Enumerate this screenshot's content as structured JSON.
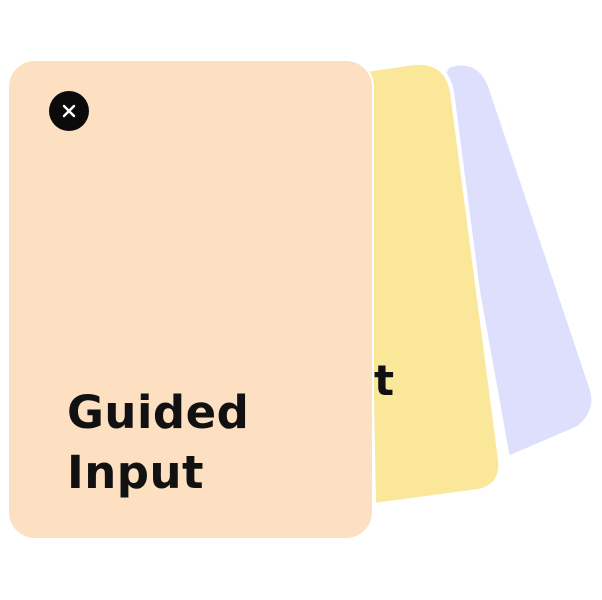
{
  "cards": {
    "front": {
      "title_line1": "Guided",
      "title_line2": "Input",
      "color": "#FDE0C2",
      "close_icon": "close-icon"
    },
    "middle": {
      "color": "#FBE79A",
      "peek_text": "t:"
    },
    "back": {
      "color": "#DEDFFC"
    }
  },
  "colors": {
    "background": "#FFFFFF",
    "close_button": "#0B0B0B"
  }
}
